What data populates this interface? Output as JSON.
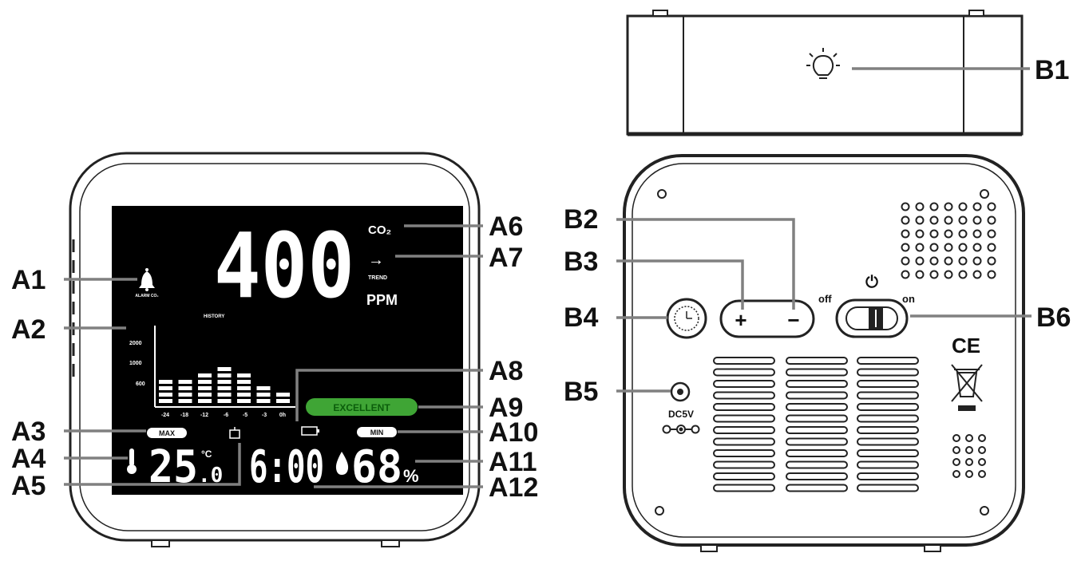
{
  "display": {
    "co2_value": "400",
    "co2_label": "CO₂",
    "unit": "PPM",
    "trend_arrow": "→",
    "trend_label": "TREND",
    "alarm_label": "ALARM CO₂",
    "history_label": "HISTORY",
    "y_ticks": [
      "2000",
      "1000",
      "600"
    ],
    "x_ticks": [
      "-24",
      "-18",
      "-12",
      "-6",
      "-5",
      "-3",
      "0h"
    ],
    "history_bar_counts": [
      3,
      3,
      4,
      5,
      4,
      2,
      1
    ],
    "status": "EXCELLENT",
    "max_label": "MAX",
    "min_label": "MIN",
    "temperature": "25",
    "temperature_decimal": ".0",
    "temperature_unit": "°C",
    "time": "6:00",
    "humidity": "68",
    "humidity_unit": "%"
  },
  "back_panel": {
    "switch_off": "off",
    "switch_on": "on",
    "plus": "+",
    "minus": "−",
    "power_symbol": "⏻",
    "dc_label": "DC5V",
    "ce_mark": "CE"
  },
  "callouts": {
    "A1": "A1",
    "A2": "A2",
    "A3": "A3",
    "A4": "A4",
    "A5": "A5",
    "A6": "A6",
    "A7": "A7",
    "A8": "A8",
    "A9": "A9",
    "A10": "A10",
    "A11": "A11",
    "A12": "A12",
    "B1": "B1",
    "B2": "B2",
    "B3": "B3",
    "B4": "B4",
    "B5": "B5",
    "B6": "B6"
  },
  "colors": {
    "lcd_background": "#000000",
    "status_green": "#3fa535",
    "status_text": "#0b5d0b",
    "outline": "#222222"
  }
}
